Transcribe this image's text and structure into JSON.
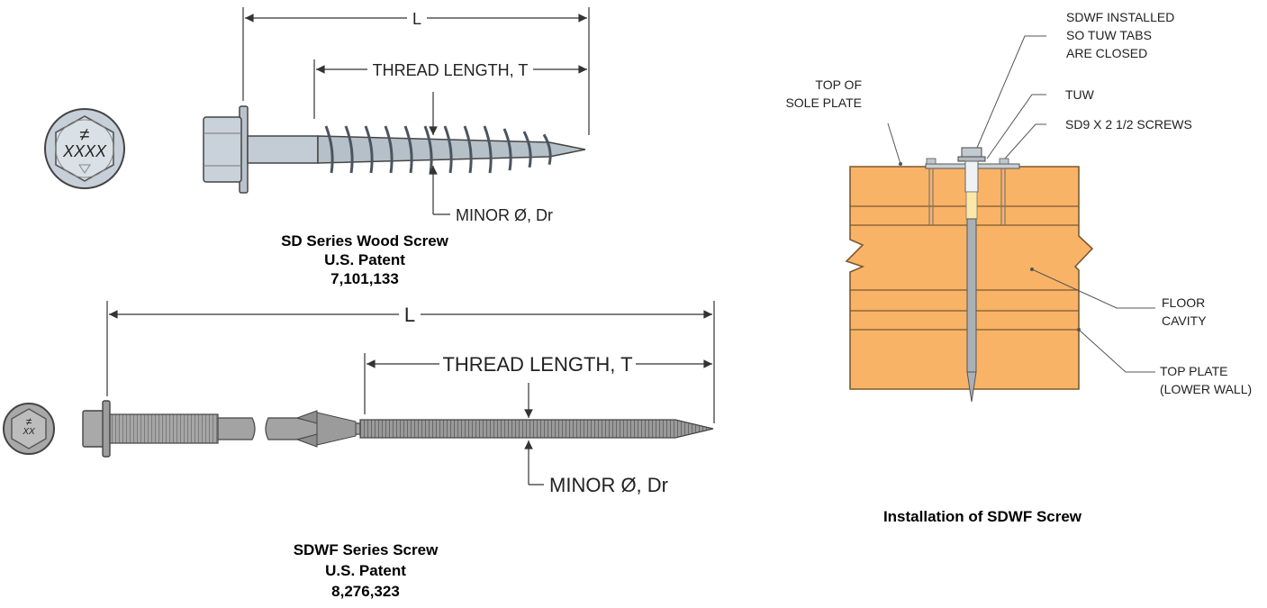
{
  "sd_screw": {
    "dim_L": "L",
    "dim_T": "THREAD LENGTH, T",
    "minor": "MINOR Ø, Dr",
    "head_mark_top": "≠",
    "head_mark": "XXXX",
    "caption_line1": "SD Series Wood Screw",
    "caption_line2": "U.S. Patent",
    "caption_line3": "7,101,133"
  },
  "sdwf_screw": {
    "dim_L": "L",
    "dim_T": "THREAD LENGTH, T",
    "minor": "MINOR Ø, Dr",
    "head_mark_top": "≠",
    "head_mark": "XX",
    "caption_line1": "SDWF Series Screw",
    "caption_line2": "U.S. Patent",
    "caption_line3": "8,276,323"
  },
  "installation": {
    "callout_installed_1": "SDWF INSTALLED",
    "callout_installed_2": "SO TUW TABS",
    "callout_installed_3": "ARE CLOSED",
    "callout_top_sole_1": "TOP OF",
    "callout_top_sole_2": "SOLE PLATE",
    "callout_tuw": "TUW",
    "callout_sd9": "SD9 X 2 1/2 SCREWS",
    "callout_floor_1": "FLOOR",
    "callout_floor_2": "CAVITY",
    "callout_top_plate_1": "TOP PLATE",
    "callout_top_plate_2": "(LOWER WALL)",
    "caption": "Installation of SDWF Screw"
  },
  "colors": {
    "wood": "#f9b366",
    "wood_line": "#7a5a30",
    "steel": "#b9c3cc",
    "steel_dark": "#6f7780",
    "sdwf_steel": "#9a9a9a",
    "line": "#333333"
  }
}
